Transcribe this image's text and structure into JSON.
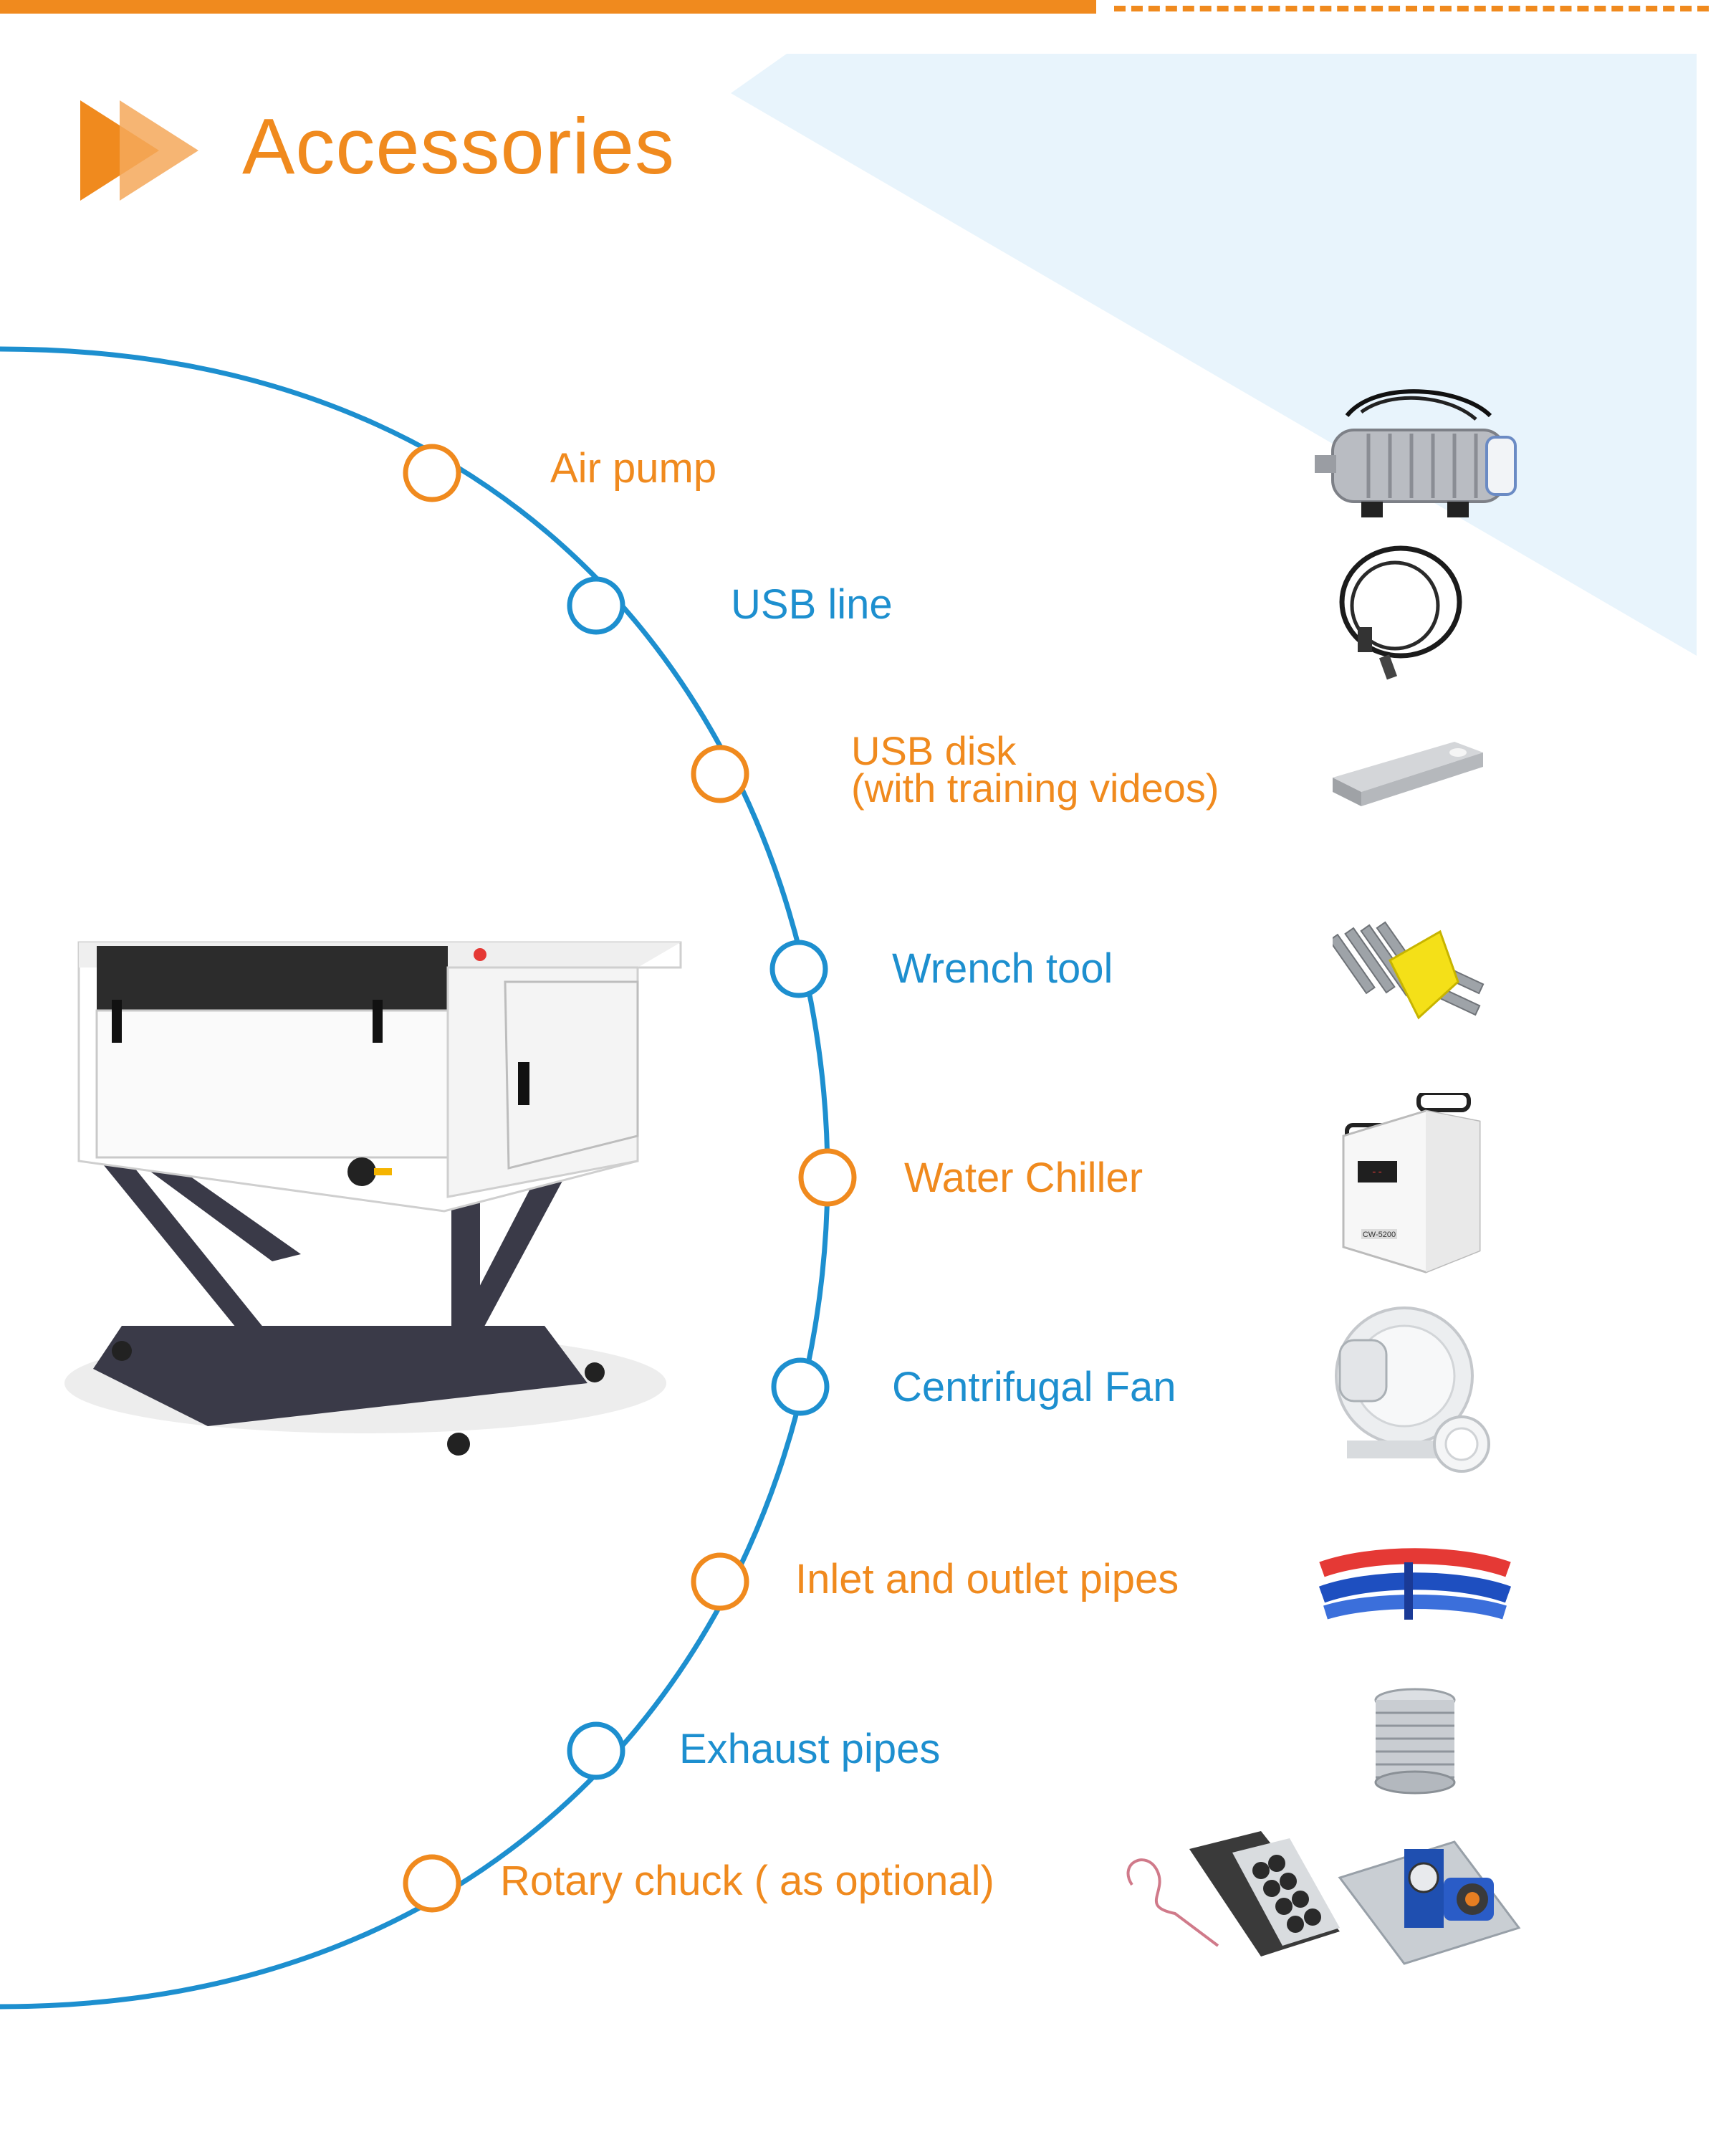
{
  "page": {
    "title": "Accessories"
  },
  "colors": {
    "accent_orange": "#F08A1E",
    "accent_blue": "#1D8FCF",
    "background_tint": "#E8F4FC"
  },
  "accessories": [
    {
      "label": "Air pump",
      "color": "orange",
      "icon": "air-pump-image"
    },
    {
      "label": "USB line",
      "color": "blue",
      "icon": "usb-cable-image"
    },
    {
      "label": "USB disk",
      "label_line2": "(with training videos)",
      "color": "orange",
      "icon": "usb-disk-image"
    },
    {
      "label": "Wrench tool",
      "color": "blue",
      "icon": "wrench-set-image"
    },
    {
      "label": "Water Chiller",
      "color": "orange",
      "icon": "water-chiller-image",
      "device_label": "CW-5200"
    },
    {
      "label": "Centrifugal Fan",
      "color": "blue",
      "icon": "centrifugal-fan-image"
    },
    {
      "label": "Inlet and outlet pipes",
      "color": "orange",
      "icon": "water-pipes-image"
    },
    {
      "label": "Exhaust pipes",
      "color": "blue",
      "icon": "exhaust-duct-image"
    },
    {
      "label": "Rotary chuck ( as optional)",
      "color": "orange",
      "icon": "rotary-chuck-image"
    }
  ]
}
